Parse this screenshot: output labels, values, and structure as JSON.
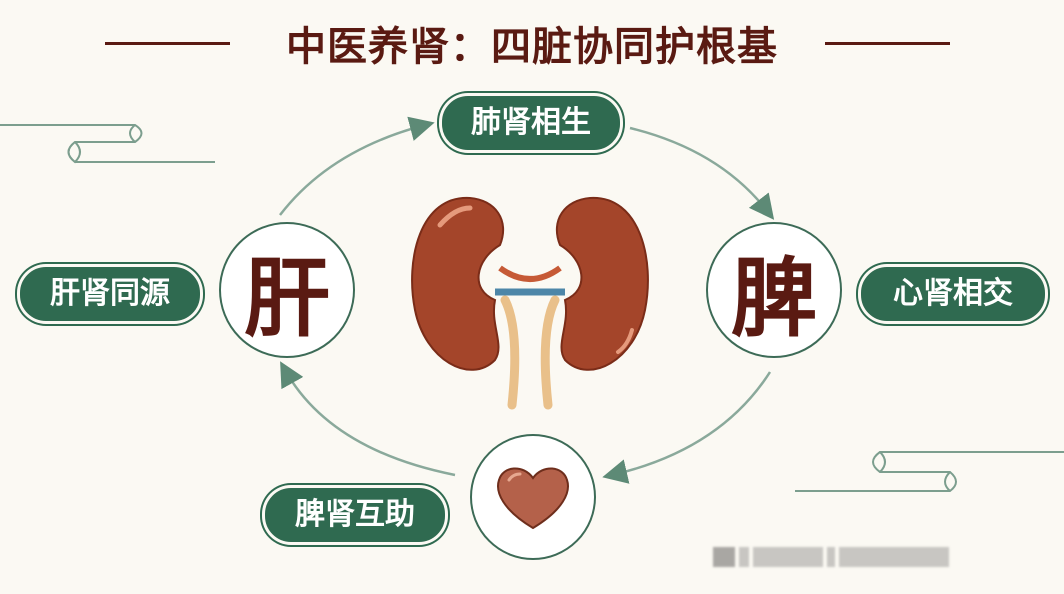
{
  "title": "中医养肾：四脏协同护根基",
  "center_organs": {
    "liver": "肝",
    "spleen": "脾"
  },
  "labels": {
    "top": "肺肾相生",
    "left": "肝肾同源",
    "right": "心肾相交",
    "bottom": "脾肾互助"
  },
  "colors": {
    "title": "#5a1a12",
    "badge": "#2f6a50",
    "kidney": "#a4452a",
    "heart": "#b4614a",
    "line": "#5d8a76"
  },
  "icons": [
    "kidney-illustration",
    "heart-illustration"
  ]
}
